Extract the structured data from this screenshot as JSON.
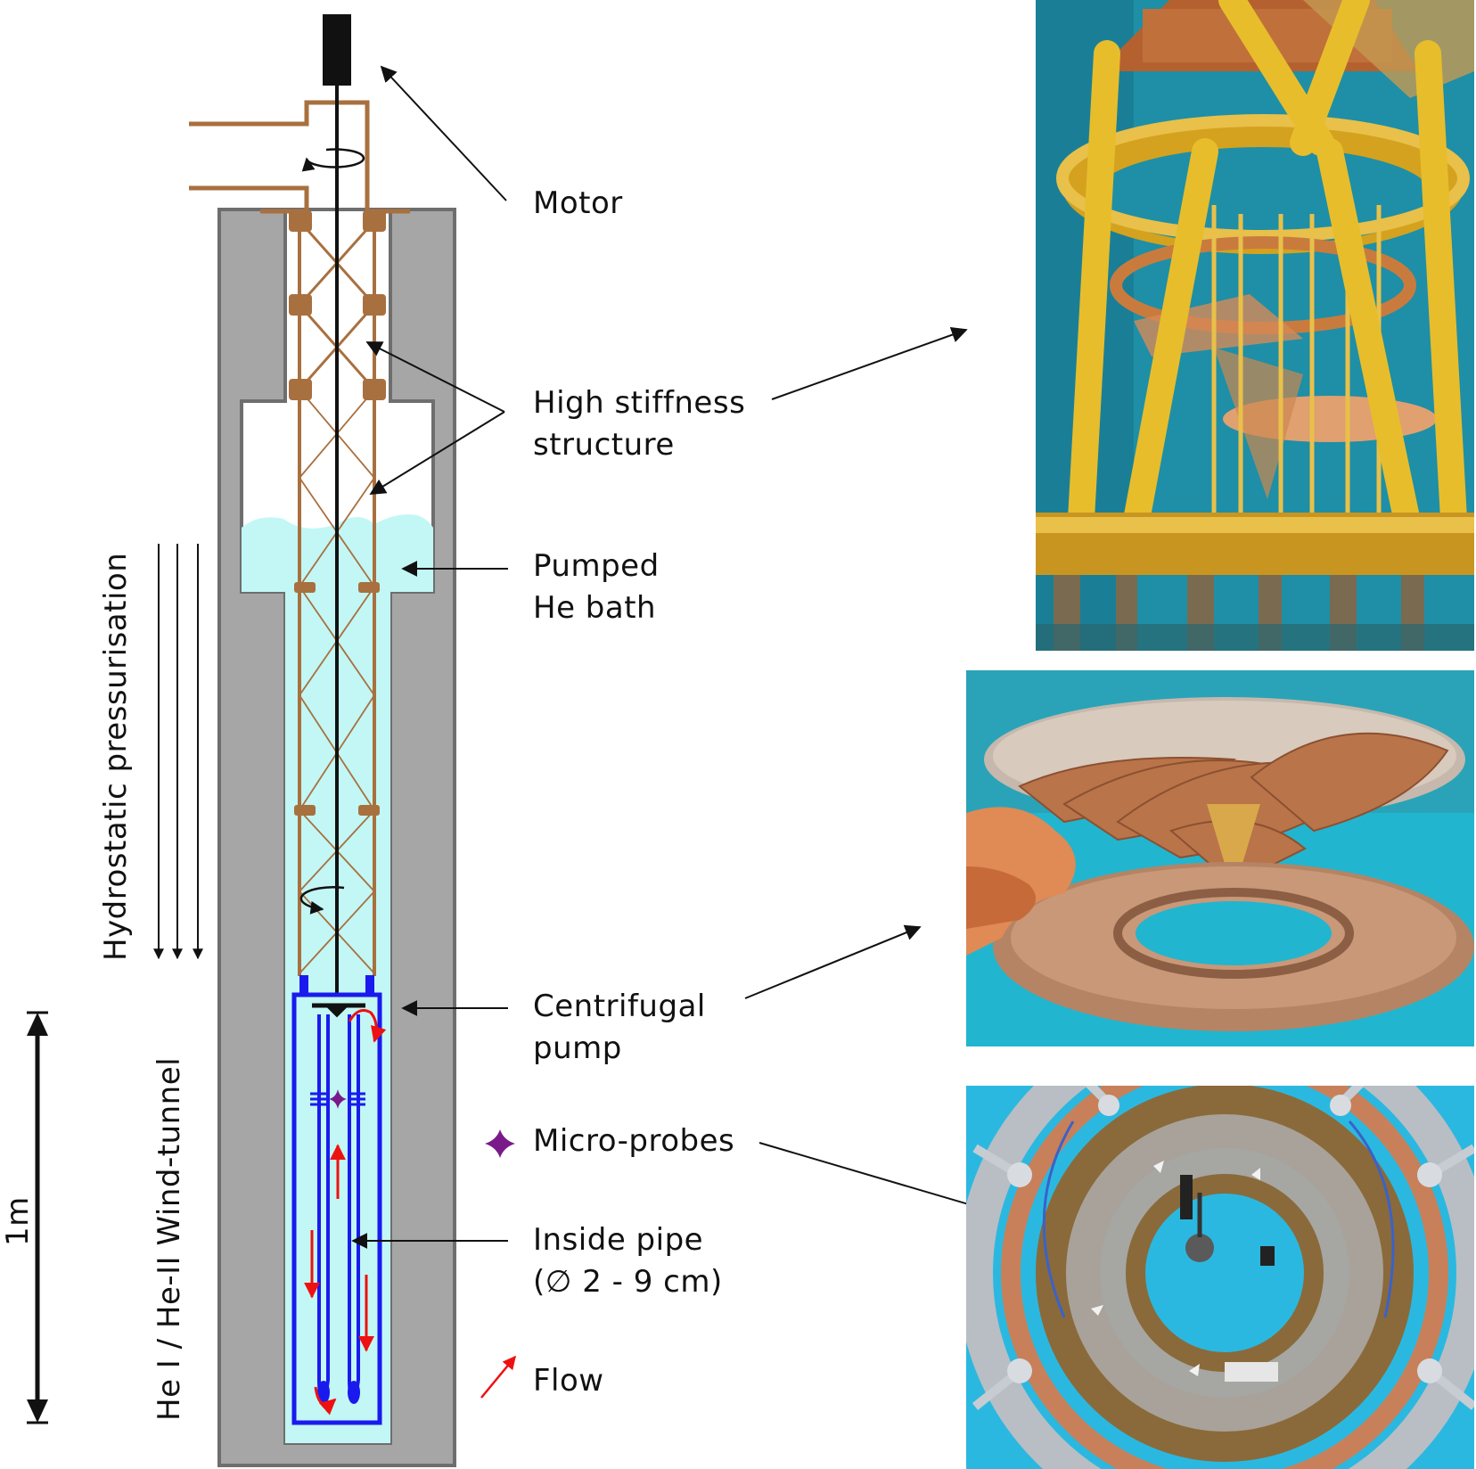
{
  "labels": {
    "motor": "Motor",
    "stiffness_line1": "High stiffness",
    "stiffness_line2": "structure",
    "bath_line1": "Pumped",
    "bath_line2": "He bath",
    "pump_line1": "Centrifugal",
    "pump_line2": "pump",
    "probes": "Micro-probes",
    "pipe_line1": "Inside pipe",
    "pipe_line2": "(∅ 2 - 9 cm)",
    "flow": "Flow",
    "hydrostatic": "Hydrostatic pressurisation",
    "windtunnel": "He I  /  He-II  Wind-tunnel",
    "scale": "1m"
  },
  "colors": {
    "cryostat_gray": "#a6a6a6",
    "structure_brown": "#a8703f",
    "helium_cyan": "#c2f7f5",
    "pipe_blue": "#1a1aee",
    "flow_red": "#ee1111",
    "probe_purple": "#7a1a8a",
    "photo_teal": "#1e8fa6",
    "photo_gold": "#d4a21e"
  },
  "photos": [
    {
      "name": "structure-photo",
      "subject": "gold cryogenic frame with copper plates"
    },
    {
      "name": "pump-photo",
      "subject": "copper centrifugal impeller held by hand"
    },
    {
      "name": "probes-photo",
      "subject": "ring mount with micro-probes, top view"
    }
  ]
}
